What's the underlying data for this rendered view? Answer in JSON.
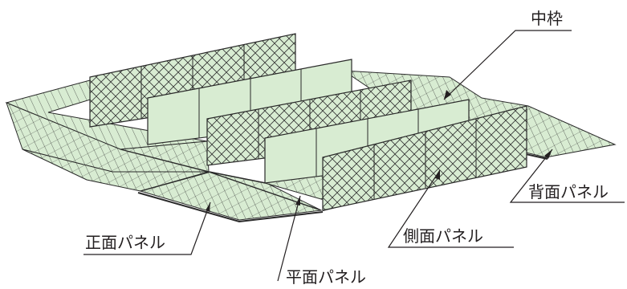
{
  "labels": {
    "center_frame": "中枠",
    "back_panel": "背面パネル",
    "side_panel": "側面パネル",
    "front_panel": "正面パネル",
    "plane_panel": "平面パネル"
  },
  "colors": {
    "panel_fill": "#d8ecd2",
    "line": "#2a2a2a"
  }
}
